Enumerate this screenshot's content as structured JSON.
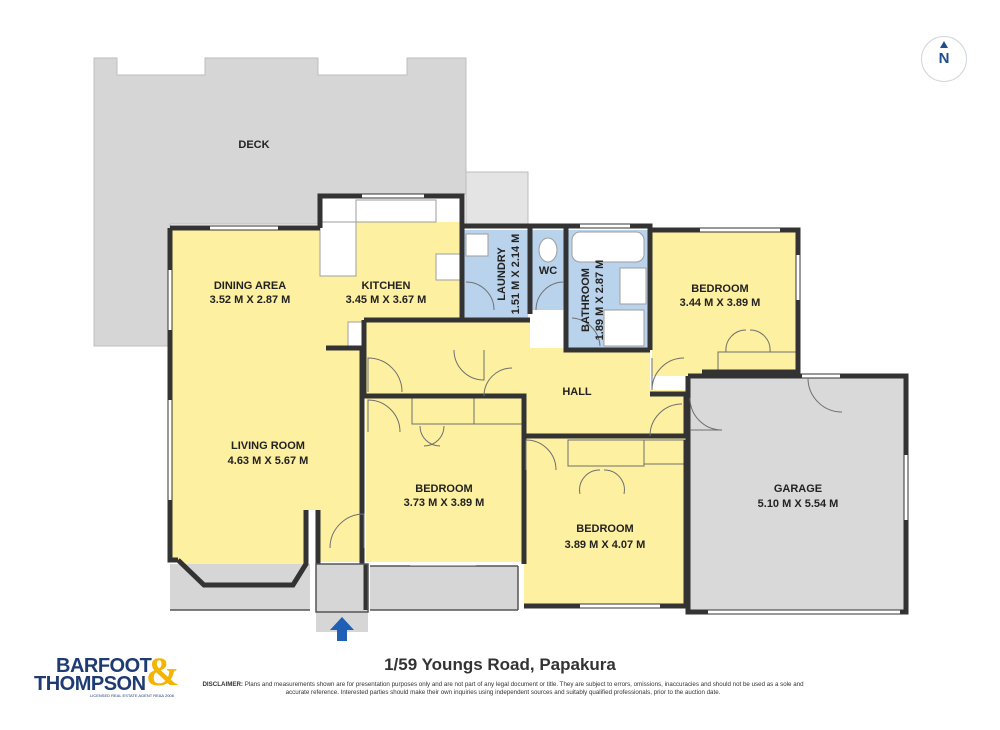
{
  "compass": {
    "label": "N"
  },
  "address": "1/59 Youngs Road, Papakura",
  "disclaimer": {
    "lead": "DISCLAIMER:",
    "text": "Plans and measurements shown are for presentation purposes only and are not part of any legal document or title. They are subject to errors, omissions, inaccuracies and should not be used as a sole and accurate reference. Interested parties should make their own inquiries using independent sources and suitably qualified professionals, prior to the auction date."
  },
  "logo": {
    "line1": "BARFOOT",
    "line2": "THOMPSON",
    "amp": "&",
    "sub": "LICENSED REAL ESTATE AGENT REAA 2008"
  },
  "rooms": {
    "deck": {
      "name": "DECK"
    },
    "dining": {
      "name": "DINING AREA",
      "dims": "3.52 M X 2.87 M"
    },
    "kitchen": {
      "name": "KITCHEN",
      "dims": "3.45 M X 3.67 M"
    },
    "laundry": {
      "name": "LAUNDRY",
      "dims": "1.51 M X 2.14 M"
    },
    "wc": {
      "name": "WC"
    },
    "bathroom": {
      "name": "BATHROOM",
      "dims": "1.89 M X 2.87 M"
    },
    "bedroom1": {
      "name": "BEDROOM",
      "dims": "3.44 M X 3.89 M"
    },
    "hall": {
      "name": "HALL"
    },
    "living": {
      "name": "LIVING ROOM",
      "dims": "4.63 M X 5.67 M"
    },
    "bedroom2": {
      "name": "BEDROOM",
      "dims": "3.73 M X 3.89 M"
    },
    "bedroom3": {
      "name": "BEDROOM",
      "dims": "3.89 M X 4.07 M"
    },
    "garage": {
      "name": "GARAGE",
      "dims": "5.10 M X 5.54 M"
    }
  },
  "colors": {
    "room": "#fdf0a0",
    "wet": "#b9d3ec",
    "garage": "#d9d9d9",
    "deck": "#d6d6d6",
    "wall": "#333333",
    "entry_arrow": "#1f5fb5"
  }
}
